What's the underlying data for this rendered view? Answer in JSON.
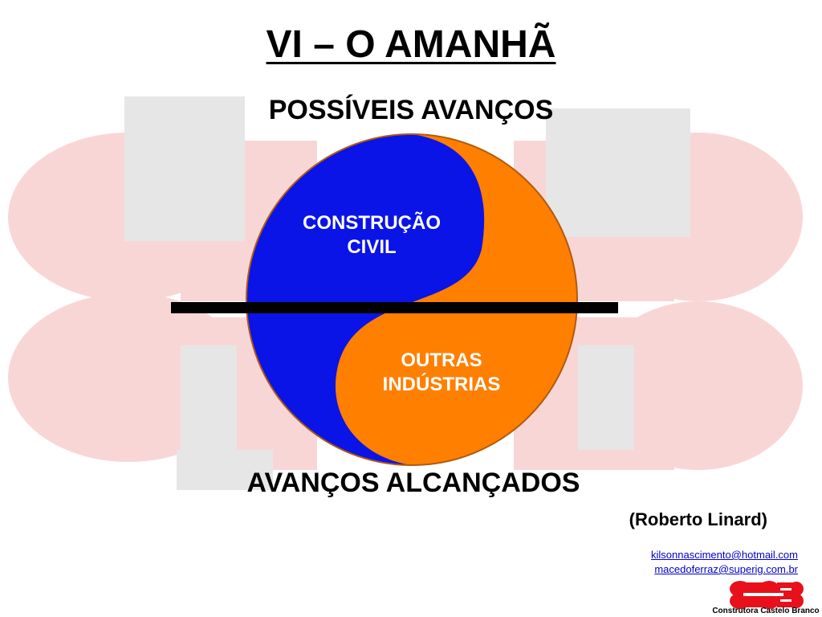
{
  "slide": {
    "title": "VI – O AMANHÃ",
    "subtitle": "POSSÍVEIS AVANÇOS",
    "upper_label_line1": "CONSTRUÇÃO",
    "upper_label_line2": "CIVIL",
    "lower_label_line1": "OUTRAS",
    "lower_label_line2": "INDÚSTRIAS",
    "bottom_text": "AVANÇOS ALCANÇADOS",
    "author": "(Roberto Linard)",
    "emails": [
      "kilsonnascimento@hotmail.com",
      "macedoferraz@superig.com.br"
    ],
    "logo_caption": "Construtora Castelo Branco"
  },
  "colors": {
    "blue": "#0a14e6",
    "orange": "#ff7f00",
    "watermark_red": "#f9d6d6",
    "watermark_gray": "#e6e6e6",
    "logo_red": "#e8101a"
  }
}
